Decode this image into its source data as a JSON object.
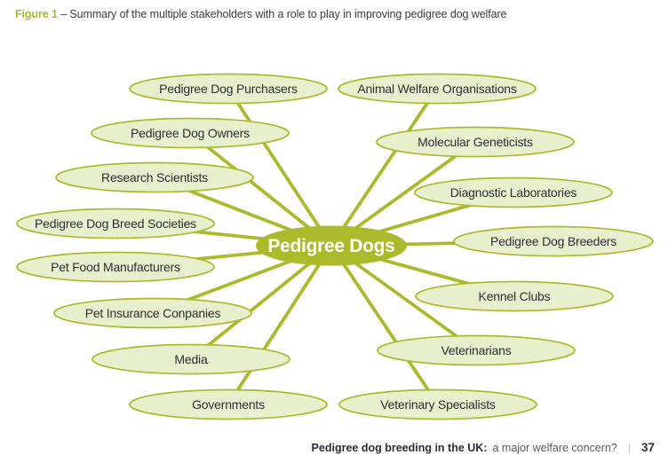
{
  "title": {
    "figure_label": "Figure 1",
    "caption": " – Summary of the multiple stakeholders with a role to play in improving pedigree dog welfare"
  },
  "diagram": {
    "center_label": "Pedigree Dogs",
    "stakeholders": {
      "left": [
        "Pedigree Dog Purchasers",
        "Pedigree Dog Owners",
        "Research Scientists",
        "Pedigree Dog Breed Societies",
        "Pet Food Manufacturers",
        "Pet Insurance Conpanies",
        "Media",
        "Governments"
      ],
      "right": [
        "Animal Welfare Organisations",
        "Molecular Geneticists",
        "Diagnostic Laboratories",
        "Pedigree Dog Breeders",
        "Kennel Clubs",
        "Veterinarians",
        "Veterinary Specialists"
      ]
    }
  },
  "footer": {
    "bold_text": "Pedigree dog breeding in the UK:",
    "light_text": "a major welfare concern?",
    "separator": "|",
    "page_number": "37"
  },
  "colors": {
    "olive_green": "#a9ba2b",
    "ellipse_fill": "#e8efcd",
    "label_text": "#2e2d33"
  }
}
